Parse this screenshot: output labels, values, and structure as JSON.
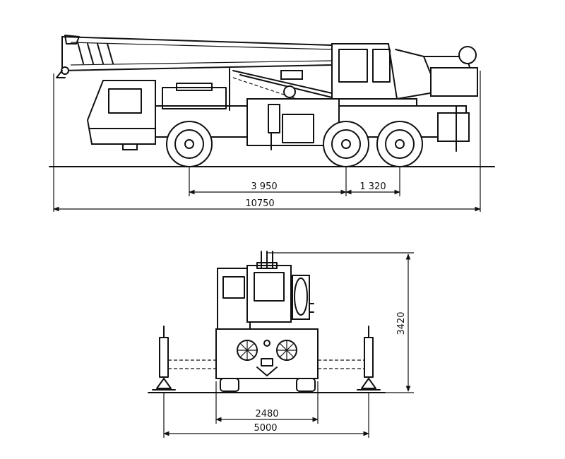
{
  "side_view": {
    "wheelbase_front": "3 950",
    "wheelbase_rear": "1 320",
    "overall_length": "10750"
  },
  "rear_view": {
    "height": "3420",
    "track_width": "2480",
    "outrigger_span": "5000"
  }
}
